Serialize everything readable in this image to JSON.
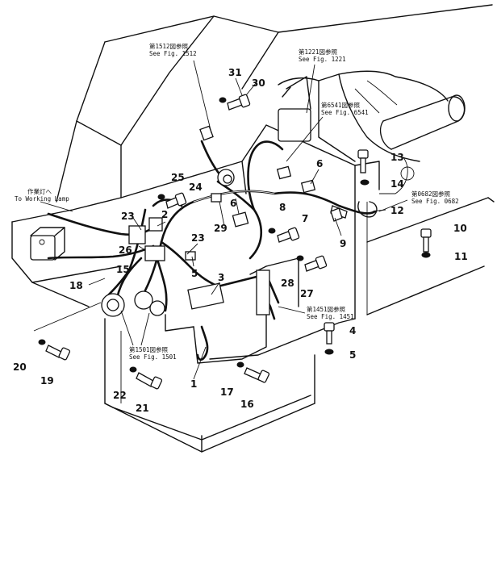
{
  "callouts": [
    {
      "n": "1"
    },
    {
      "n": "2"
    },
    {
      "n": "3"
    },
    {
      "n": "4"
    },
    {
      "n": "5"
    },
    {
      "n": "5"
    },
    {
      "n": "6"
    },
    {
      "n": "6"
    },
    {
      "n": "7"
    },
    {
      "n": "8"
    },
    {
      "n": "9"
    },
    {
      "n": "10"
    },
    {
      "n": "11"
    },
    {
      "n": "12"
    },
    {
      "n": "13"
    },
    {
      "n": "14"
    },
    {
      "n": "15"
    },
    {
      "n": "16"
    },
    {
      "n": "17"
    },
    {
      "n": "18"
    },
    {
      "n": "19"
    },
    {
      "n": "20"
    },
    {
      "n": "21"
    },
    {
      "n": "22"
    },
    {
      "n": "23"
    },
    {
      "n": "23"
    },
    {
      "n": "24"
    },
    {
      "n": "25"
    },
    {
      "n": "26"
    },
    {
      "n": "27"
    },
    {
      "n": "28"
    },
    {
      "n": "29"
    },
    {
      "n": "30"
    },
    {
      "n": "31"
    }
  ],
  "references": [
    {
      "jp": "第1512図参照",
      "en": "See Fig. 1512"
    },
    {
      "jp": "第1221図参照",
      "en": "See Fig. 1221"
    },
    {
      "jp": "第6541図参照",
      "en": "See Fig. 6541"
    },
    {
      "jp": "第0682図参照",
      "en": "See Fig. 0682"
    },
    {
      "jp": "第1451図参照",
      "en": "See Fig. 1451"
    },
    {
      "jp": "第1501図参照",
      "en": "See Fig. 1501"
    },
    {
      "jp": "作業灯へ",
      "en": "To Working Lamp"
    }
  ]
}
